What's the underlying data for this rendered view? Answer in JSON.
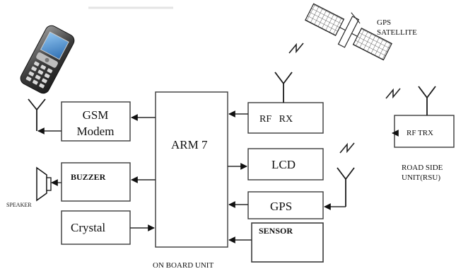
{
  "diagram": {
    "blocks": {
      "gsm_line1": "GSM",
      "gsm_line2": "Modem",
      "buzzer": "BUZZER",
      "crystal": "Crystal",
      "arm": "ARM 7",
      "rf_rx": "RF   RX",
      "lcd": "LCD",
      "gps": "GPS",
      "sensor": "SENSOR",
      "rf_trx": "RF TRX"
    },
    "labels": {
      "gps_sat_line1": "GPS",
      "gps_sat_line2": "SATELLITE",
      "rsu_line1": "ROAD SIDE",
      "rsu_line2": "UNIT(RSU)",
      "speaker": "SPEAKER",
      "on_board_unit": "ON BOARD UNIT"
    },
    "icons": {
      "phone": "mobile-phone-icon",
      "satellite": "satellite-icon",
      "speaker": "speaker-icon",
      "antenna": "antenna-icon",
      "wireless": "wireless-signal-icon"
    },
    "colors": {
      "line": "#2a2a2a",
      "phone_body": "#3c3c3c",
      "phone_screen": "#5a9ad8"
    }
  }
}
